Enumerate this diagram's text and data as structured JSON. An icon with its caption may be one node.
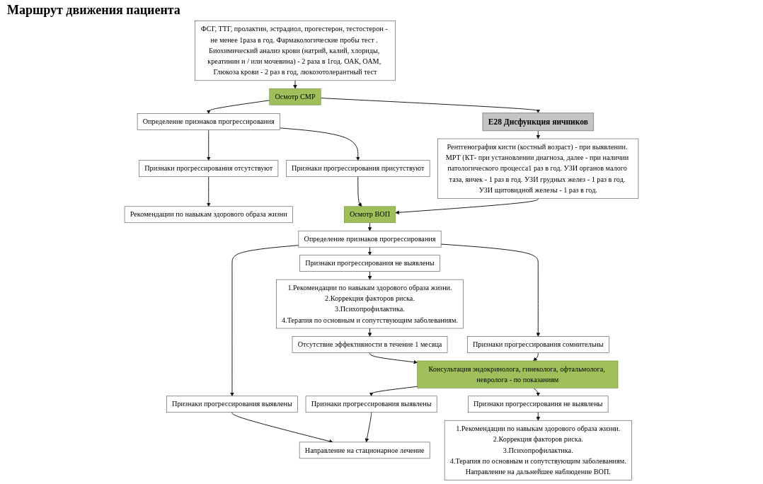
{
  "diagram": {
    "title": "Маршрут движения пациента",
    "nodes": [
      {
        "text": [
          "E28 Дисфункция яичников"
        ]
      },
      {
        "text": [
          "ФСГ, ТТГ, пролактин, эстрадиол, прогестерон, тестостерон - не менее 1раза в год. Фармакологические пробы тест . Биохимический анализ крови (натрий, калий, хлориды, креатинин и / или мочевина) - 2 раза в 1год. ОАК, ОАМ, Глюкоза крови - 2 раз в год, люкозотолерантный тест"
        ]
      },
      {
        "text": [
          "Рентгенография кисти (костный возраст) - при выявлении. МРТ (КТ- при установлении диагноза, далее - при наличии патологического процесса1 раз в год. УЗИ органов малого таза, яичек - 1 раз в год. УЗИ грудных желез - 1 раз в год. УЗИ щитовидной железы - 1 раз в год."
        ]
      },
      {
        "text": [
          "Осмотр СМР"
        ]
      },
      {
        "text": [
          "Определение признаков прогрессирования"
        ]
      },
      {
        "text": [
          "Рекомендации по навыкам здорового образа жизни"
        ]
      },
      {
        "text": [
          "Признаки прогрессирования отсутствуют"
        ]
      },
      {
        "text": [
          "Признаки прогрессирования присутствуют"
        ]
      },
      {
        "text": [
          "Осмотр ВОП"
        ]
      },
      {
        "text": [
          "Определение признаков прогрессирования"
        ]
      },
      {
        "text": [
          "Признаки прогрессирования выявлены"
        ]
      },
      {
        "text": [
          "Признаки прогрессирования не выявлены"
        ]
      },
      {
        "text": [
          "Признаки прогрессирования сомнительны"
        ]
      },
      {
        "text": [
          "Направление на стационарное лечение"
        ]
      },
      {
        "text": [
          "1.Рекомендации по навыкам здорового образа жизни.",
          "2.Коррекция факторов риска.",
          "3.Психопрофилактика.",
          "4.Терапия по основным и сопутствующим заболеваниям."
        ]
      },
      {
        "text": [
          "Отсутствие эффективности в течение 1 месяца"
        ]
      },
      {
        "text": [
          "Консультация эндокринолога, гинеколога, офтальмолога, невролога - по показаниям"
        ]
      },
      {
        "text": [
          "Признаки прогрессирования выявлены"
        ]
      },
      {
        "text": [
          "Признаки прогрессирования не выявлены"
        ]
      },
      {
        "text": [
          "1.Рекомендации по навыкам здорового образа жизни.",
          "2.Коррекция факторов риска.",
          "3.Психопрофилактика.",
          "4.Терапия по основным и сопутствующим заболеваниям.",
          "Направление на дальнейшее наблюдение ВОП."
        ]
      }
    ],
    "edges": [
      {
        "from": 0,
        "to": 2,
        "arrow": "to"
      },
      {
        "from": 1,
        "to": 3,
        "arrow": "to"
      },
      {
        "from": 3,
        "to": 0,
        "arrow": "to"
      },
      {
        "from": 3,
        "to": 4,
        "arrow": "to"
      },
      {
        "from": 4,
        "to": 6,
        "arrow": "to"
      },
      {
        "from": 4,
        "to": 7,
        "arrow": "to"
      },
      {
        "from": 6,
        "to": 5,
        "arrow": "to"
      },
      {
        "from": 7,
        "to": 8,
        "arrow": "to"
      },
      {
        "from": 2,
        "to": 8,
        "arrow": "to"
      },
      {
        "from": 8,
        "to": 9,
        "arrow": "to"
      },
      {
        "from": 9,
        "to": 10,
        "arrow": "to"
      },
      {
        "from": 9,
        "to": 11,
        "arrow": "to"
      },
      {
        "from": 9,
        "to": 12,
        "arrow": "to"
      },
      {
        "from": 10,
        "to": 13,
        "arrow": "to"
      },
      {
        "from": 11,
        "to": 14,
        "arrow": "to"
      },
      {
        "from": 14,
        "to": 15,
        "arrow": "to"
      },
      {
        "from": 15,
        "to": 16,
        "arrow": "to"
      },
      {
        "from": 12,
        "to": 16,
        "arrow": "to"
      },
      {
        "from": 16,
        "to": 17,
        "arrow": "to"
      },
      {
        "from": 17,
        "to": 13,
        "arrow": "to"
      },
      {
        "from": 16,
        "to": 18,
        "arrow": "to"
      },
      {
        "from": 18,
        "to": 19,
        "arrow": "to"
      }
    ]
  }
}
